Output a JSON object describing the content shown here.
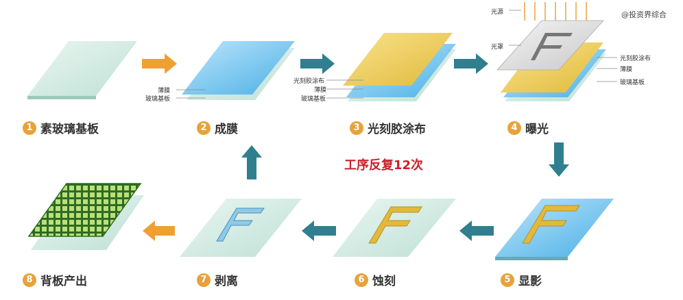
{
  "watermark": "@投资界综合",
  "center": "工序反复12次",
  "steps": [
    {
      "num": "1",
      "label": "素玻璃基板"
    },
    {
      "num": "2",
      "label": "成膜"
    },
    {
      "num": "3",
      "label": "光刻胶涂布"
    },
    {
      "num": "4",
      "label": "曝光"
    },
    {
      "num": "5",
      "label": "显影"
    },
    {
      "num": "6",
      "label": "蚀刻"
    },
    {
      "num": "7",
      "label": "剥离"
    },
    {
      "num": "8",
      "label": "背板产出"
    }
  ],
  "layer_labels": {
    "film": "薄膜",
    "glass": "玻璃基板",
    "photoresist": "光刻胶涂布",
    "light": "光源",
    "mask": "光罩"
  },
  "colors": {
    "arrow_orange": "#f0a030",
    "arrow_teal": "#2f7f8f",
    "badge": "#e8a23a",
    "center_text": "#c8202a"
  }
}
